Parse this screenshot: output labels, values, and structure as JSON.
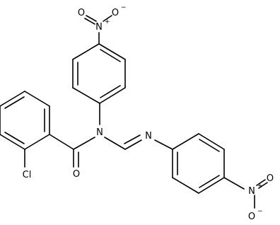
{
  "molecule": {
    "atoms": {
      "n_amide": "N",
      "n_imine": "N",
      "o_carbonyl": "O",
      "cl": "Cl",
      "n_nitro_top": "N",
      "o_nitro_top_left": "O",
      "o_nitro_top_right": "O",
      "n_nitro_bottom": "N",
      "o_nitro_bottom_left": "O",
      "o_nitro_bottom_right": "O"
    },
    "charges": {
      "n_nitro_top": "+",
      "o_nitro_top_right": "−",
      "n_nitro_bottom": "+",
      "o_nitro_bottom_right": "−"
    },
    "colors": {
      "ink": "#000000",
      "background": "#ffffff"
    }
  }
}
